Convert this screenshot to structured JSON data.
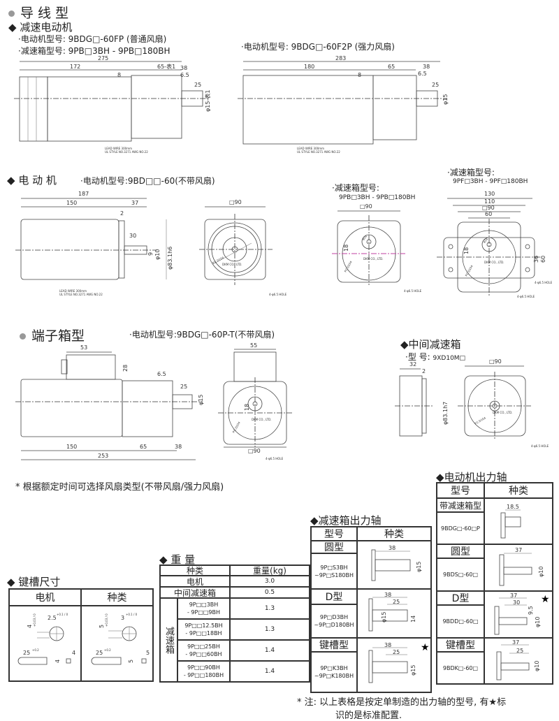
{
  "lead_wire_type": {
    "title": "导 线 型",
    "geared_motor": {
      "title": "减速电动机",
      "motor_model": "·电动机型号: 9BDG□-60FP (普通风扇)",
      "gearbox_model": "·减速箱型号: 9PB□3BH - 9PB□180BH",
      "dims": {
        "total": "275",
        "motor": "172",
        "gear": "65-表1",
        "shaft": "38",
        "a": "8",
        "b": "6.5",
        "key": "25",
        "dia": "φ15-表1"
      },
      "lead_note": [
        "LEAD WIRE 300mm",
        "UL STYLE NO.3271 AWG NO.22"
      ]
    },
    "forced_fan": {
      "motor_model": "·电动机型号: 9BDG□-60F2P (强力风扇)",
      "dims": {
        "total": "283",
        "motor": "180",
        "gear": "65",
        "shaft": "38",
        "a": "8",
        "b": "6.5",
        "key": "25",
        "dia": "φ15"
      },
      "lead_note": [
        "LEAD WIRE 300mm",
        "UL STYLE NO.3271 AWG NO.22"
      ]
    }
  },
  "motor": {
    "title": "电 动 机",
    "model": "·电动机型号:9BD□□-60(不带风扇)",
    "dims": {
      "total": "187",
      "body": "150",
      "shaft": "37",
      "a": "2",
      "key": "30",
      "d1": "9",
      "d2": "φ10",
      "pilot": "φ83.1h6"
    },
    "lead_note": [
      "LEAD WIRE 300mm",
      "UL STYLE NO.3271 AWG NO.22"
    ],
    "front": {
      "size": "□90",
      "pcd": "P.C.D104",
      "maker": "DKM CO., LTD.",
      "hole": "4-φ6.5 HOLE"
    }
  },
  "gearbox_pb": {
    "label": "·减速箱型号:",
    "model": "9PB□3BH - 9PB□180BH",
    "size": "□90",
    "d": "φ24",
    "offset": "18",
    "pcd": "P.C.D104",
    "maker": "DKM CO., LTD.",
    "hole": "4-φ6.5 HOLE"
  },
  "gearbox_pf": {
    "label": "·减速箱型号:",
    "model": "9PF□3BH - 9PF□180BH",
    "dims": [
      "130",
      "110",
      "□90",
      "60"
    ],
    "vdims": [
      "36",
      "60"
    ],
    "d": "φ24",
    "offset": "18",
    "pcd": "P.C.D104",
    "maker": "DKM CO., LTD.",
    "hole": "4-φ6.5 HOLE",
    "hole2": "4-φ6.5 HOLE"
  },
  "terminal_box": {
    "title": "端子箱型",
    "model": "·电动机型号:9BDG□-60P-T(不带风扇)",
    "dims": {
      "box": "53",
      "h": "28",
      "b": "6.5",
      "key": "25",
      "dia": "φ15",
      "motor": "150",
      "gear": "65",
      "shaft": "38",
      "total": "253"
    },
    "front": {
      "box": "55",
      "size": "□90",
      "pcd": "P.C.D104",
      "maker": "DKM CO., LTD.",
      "d": "18",
      "hole": "4-φ6.5 HOLE"
    }
  },
  "intermediate": {
    "title": "中间减速箱",
    "model_label": "·型 号:",
    "model": "9XD10M□",
    "dims": {
      "len": "32",
      "a": "2",
      "pilot": "φ83.1h7",
      "size": "□90",
      "pcd": "P.C.D104",
      "maker": "DKM CO., LTD.",
      "hole": "4-φ6.5 HOLE"
    }
  },
  "fan_note": "* 根据额定时间可选择风扇类型(不带风扇/强力风扇)",
  "keyway": {
    "title": "键槽尺寸",
    "headers": [
      "电机",
      "种类"
    ],
    "motor": {
      "depth": "4",
      "tol1": "+0.03 / 0",
      "width": "2.5",
      "tol2": "+0.1 / 0",
      "len": "25",
      "tol3": "+0.2",
      "h": "4",
      "w": "4"
    },
    "gear": {
      "depth": "5",
      "tol1": "+0.03 / 0",
      "width": "3",
      "tol2": "+0.1 / 0",
      "len": "25",
      "tol3": "+0.2",
      "h": "5",
      "w": "5"
    }
  },
  "weight": {
    "title": "重 量",
    "headers": [
      "种类",
      "重量(kg)"
    ],
    "rows": [
      {
        "type": "电机",
        "kg": "3.0"
      },
      {
        "type": "中间减速箱",
        "kg": "0.5"
      }
    ],
    "gearbox_label": "减速箱",
    "gearbox_rows": [
      {
        "range": [
          "9P□□3BH",
          "- 9P□□9BH"
        ],
        "kg": "1.3"
      },
      {
        "range": [
          "9P□□12.5BH",
          "- 9P□□18BH"
        ],
        "kg": "1.3"
      },
      {
        "range": [
          "9P□□25BH",
          "- 9P□□60BH"
        ],
        "kg": "1.4"
      },
      {
        "range": [
          "9P□□90BH",
          "- 9P□□180BH"
        ],
        "kg": "1.4"
      }
    ]
  },
  "gearbox_shaft": {
    "title": "减速箱出力轴",
    "headers": [
      "型号",
      "种类"
    ],
    "rows": [
      {
        "type": "圆型",
        "models": [
          "9P□S3BH",
          "~9P□S180BH"
        ],
        "dims": [
          "38",
          "φ15"
        ],
        "star": ""
      },
      {
        "type": "D型",
        "models": [
          "9P□D3BH",
          "~9P□D180BH"
        ],
        "dims": [
          "38",
          "25",
          "14",
          "φ15"
        ],
        "star": ""
      },
      {
        "type": "键槽型",
        "models": [
          "9P□K3BH",
          "~9P□K180BH"
        ],
        "dims": [
          "38",
          "25",
          "φ15"
        ],
        "star": "★"
      }
    ]
  },
  "motor_shaft": {
    "title": "电动机出力轴",
    "headers": [
      "型号",
      "种类"
    ],
    "rows": [
      {
        "type": "带减速箱型",
        "model": "9BDG□-60□P",
        "dims": [
          "18.5"
        ],
        "star": ""
      },
      {
        "type": "圆型",
        "model": "9BDS□-60□",
        "dims": [
          "37",
          "φ10"
        ],
        "star": ""
      },
      {
        "type": "D型",
        "model": "9BDD□-60□",
        "dims": [
          "37",
          "30",
          "9.5",
          "φ10"
        ],
        "star": "★"
      },
      {
        "type": "键槽型",
        "model": "9BDK□-60□",
        "dims": [
          "37",
          "25",
          "φ10"
        ],
        "star": ""
      }
    ]
  },
  "footnote": [
    "* 注: 以上表格是按定单制造的出力轴的型号, 有★标",
    "识的是标准配置."
  ]
}
